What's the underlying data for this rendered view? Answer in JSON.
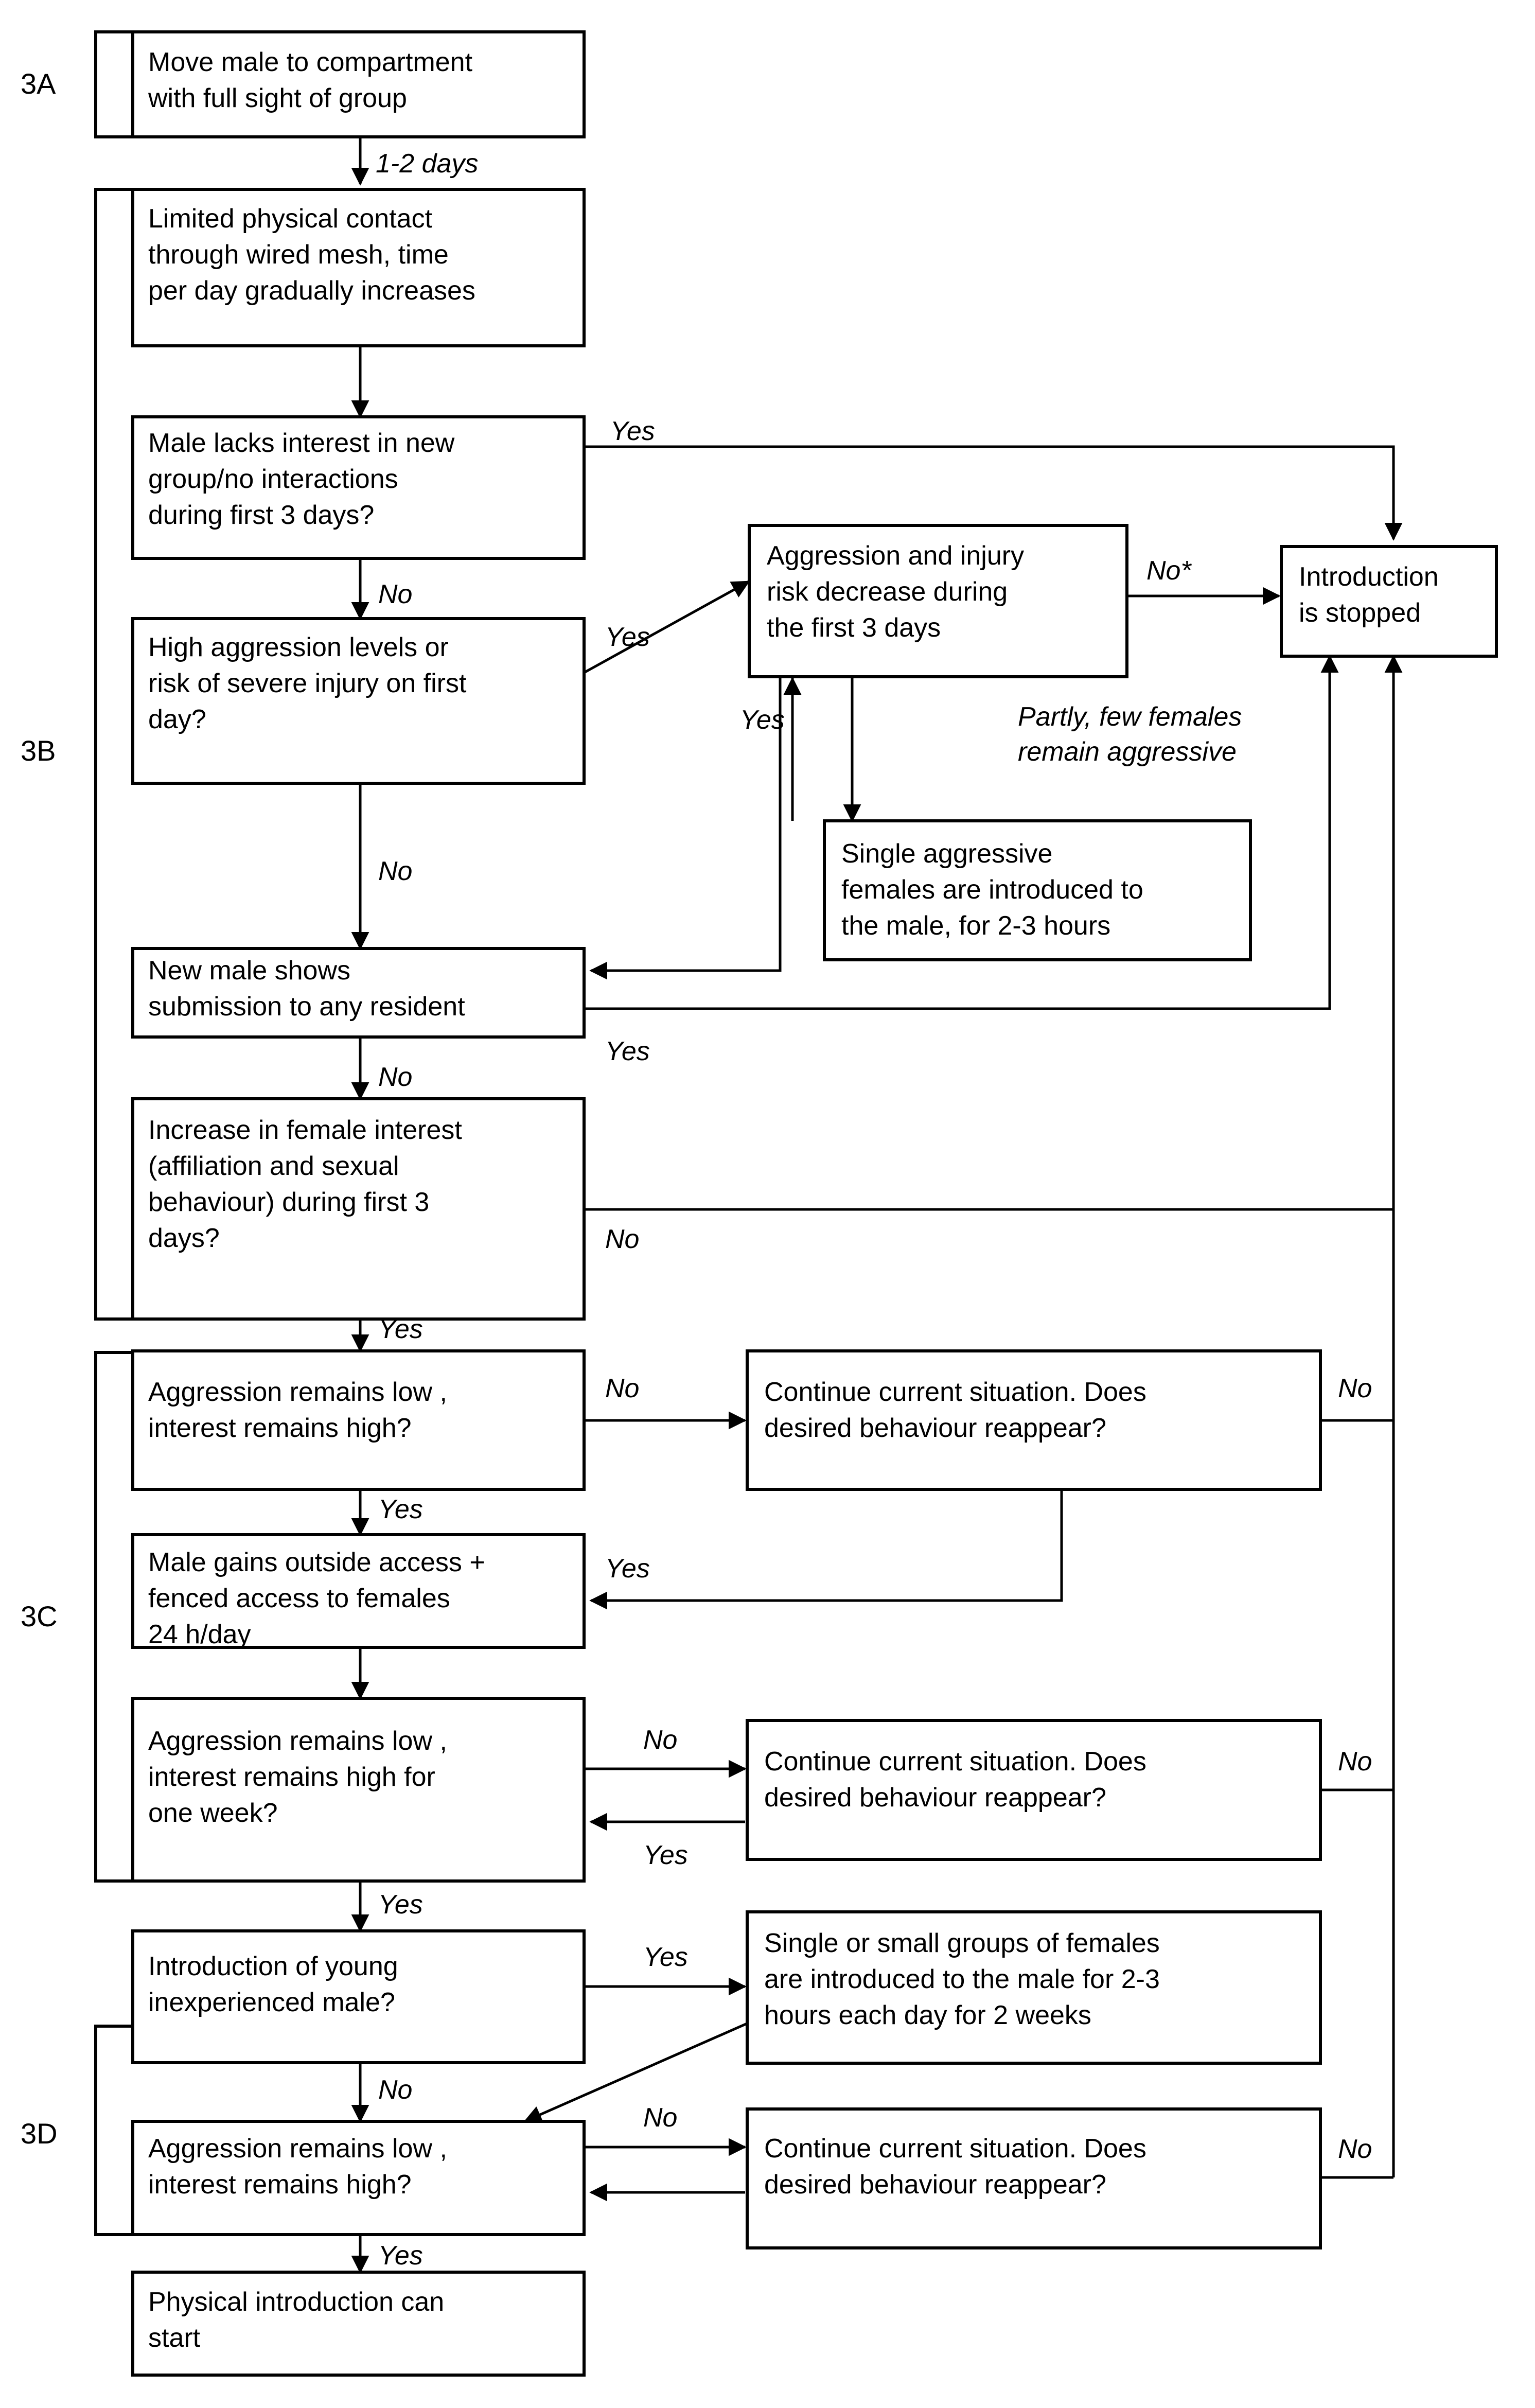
{
  "figure": {
    "title": "Stepwise male introduction protocol flowchart",
    "stroke_color": "#000000",
    "background_color": "#ffffff"
  },
  "sections": [
    {
      "id": "3A",
      "label": "3A"
    },
    {
      "id": "3B",
      "label": "3B"
    },
    {
      "id": "3C",
      "label": "3C"
    },
    {
      "id": "3D",
      "label": "3D"
    }
  ],
  "nodes": [
    {
      "id": "n1",
      "section": "3A",
      "lines": [
        "Move male to compartment",
        "with full sight of group"
      ]
    },
    {
      "id": "n2",
      "section": "3B",
      "lines": [
        "Limited physical contact",
        "through wired mesh, time",
        "per day gradually increases"
      ]
    },
    {
      "id": "n3",
      "section": "3B",
      "lines": [
        "Male lacks interest in new",
        "group/no interactions",
        "during first 3 days?"
      ]
    },
    {
      "id": "n4",
      "section": "3B",
      "lines": [
        "High aggression levels or",
        "risk of severe injury on first",
        "day?"
      ]
    },
    {
      "id": "n5",
      "section": "3B",
      "lines": [
        "Aggression and injury",
        "risk decrease during",
        "the first 3 days"
      ]
    },
    {
      "id": "n6",
      "section": "3B",
      "lines": [
        "Introduction",
        "is stopped"
      ]
    },
    {
      "id": "n7",
      "section": "3B",
      "lines": [
        "Single aggressive",
        "females are introduced to",
        "the male, for 2-3 hours"
      ]
    },
    {
      "id": "n8",
      "section": "3B",
      "lines": [
        "New male shows",
        "submission to any resident"
      ]
    },
    {
      "id": "n9",
      "section": "3B",
      "lines": [
        "Increase in female interest",
        "(affiliation and sexual",
        "behaviour) during first 3",
        "days?"
      ]
    },
    {
      "id": "n10",
      "section": "3C",
      "lines": [
        "Aggression remains low ,",
        "interest remains high?"
      ]
    },
    {
      "id": "n11",
      "section": "3C",
      "lines": [
        "Continue current situation. Does",
        "desired behaviour reappear?"
      ]
    },
    {
      "id": "n12",
      "section": "3C",
      "lines": [
        "Male gains outside access +",
        "fenced access to females",
        "24 h/day"
      ]
    },
    {
      "id": "n13",
      "section": "3C",
      "lines": [
        "Aggression remains low ,",
        "interest remains high for",
        "one week?"
      ]
    },
    {
      "id": "n14",
      "section": "3C",
      "lines": [
        "Continue current situation. Does",
        "desired behaviour reappear?"
      ]
    },
    {
      "id": "n15",
      "section": "3D",
      "lines": [
        "Introduction of young",
        "inexperienced male?"
      ]
    },
    {
      "id": "n16",
      "section": "3D",
      "lines": [
        "Single or small groups of females",
        "are introduced to the male for 2-3",
        "hours each day for 2 weeks"
      ]
    },
    {
      "id": "n17",
      "section": "3D",
      "lines": [
        "Aggression remains low ,",
        "interest remains high?"
      ]
    },
    {
      "id": "n18",
      "section": "3D",
      "lines": [
        "Continue current situation. Does",
        "desired behaviour reappear?"
      ]
    },
    {
      "id": "n19",
      "section": "",
      "lines": [
        "Physical introduction can",
        "start"
      ]
    }
  ],
  "edge_labels": {
    "e1": "1-2 days",
    "e2": "Yes",
    "e3": "No",
    "e4": "Yes",
    "e5": "No",
    "e6": "No*",
    "e7": "Yes",
    "e8": "Partly, few females",
    "e8b": "remain aggressive",
    "e9": "Yes",
    "e10": "No",
    "e11": "No",
    "e12": "Yes",
    "e13": "No",
    "e14": "No",
    "e15": "Yes",
    "e16": "Yes",
    "e17": "No",
    "e18": "No",
    "e19": "Yes",
    "e20": "Yes",
    "e21": "Yes",
    "e22": "No",
    "e23": "No",
    "e24": "No",
    "e25": "Yes"
  }
}
